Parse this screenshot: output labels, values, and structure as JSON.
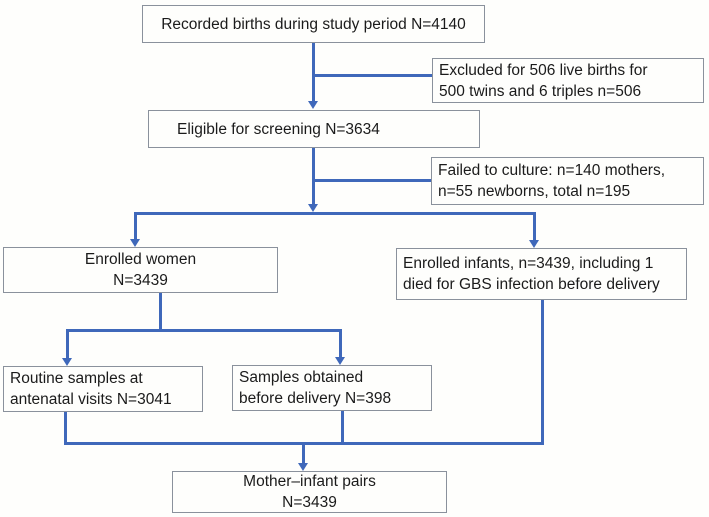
{
  "diagram": {
    "type": "flowchart",
    "nodes": {
      "recorded": {
        "lines": [
          "Recorded births during study period N=4140"
        ]
      },
      "excluded": {
        "lines": [
          "Excluded for 506 live births for",
          "500 twins and 6 triples n=506"
        ]
      },
      "eligible": {
        "lines": [
          "Eligible for screening N=3634"
        ]
      },
      "failed": {
        "lines": [
          "Failed to culture: n=140 mothers,",
          "n=55 newborns, total n=195"
        ]
      },
      "women": {
        "lines": [
          "Enrolled women",
          "N=3439"
        ]
      },
      "infants": {
        "lines": [
          "Enrolled infants, n=3439, including 1",
          "died for GBS infection before delivery"
        ]
      },
      "routine": {
        "lines": [
          "Routine samples at",
          "antenatal visits N=3041"
        ]
      },
      "samples": {
        "lines": [
          "Samples obtained",
          "before delivery N=398"
        ]
      },
      "pairs": {
        "lines": [
          "Mother–infant pairs",
          "N=3439"
        ]
      }
    },
    "edges": [
      {
        "from": "recorded",
        "to": "eligible"
      },
      {
        "from": "recorded",
        "to": "excluded"
      },
      {
        "from": "eligible",
        "to": "women"
      },
      {
        "from": "eligible",
        "to": "infants"
      },
      {
        "from": "eligible",
        "to": "failed"
      },
      {
        "from": "women",
        "to": "routine"
      },
      {
        "from": "women",
        "to": "samples"
      },
      {
        "from": "routine",
        "to": "pairs"
      },
      {
        "from": "samples",
        "to": "pairs"
      },
      {
        "from": "infants",
        "to": "pairs"
      }
    ],
    "colors": {
      "connector": "#3f68ba",
      "box_border": "#8a919c",
      "text": "#1b1b1b",
      "background": "#fefefc"
    }
  }
}
